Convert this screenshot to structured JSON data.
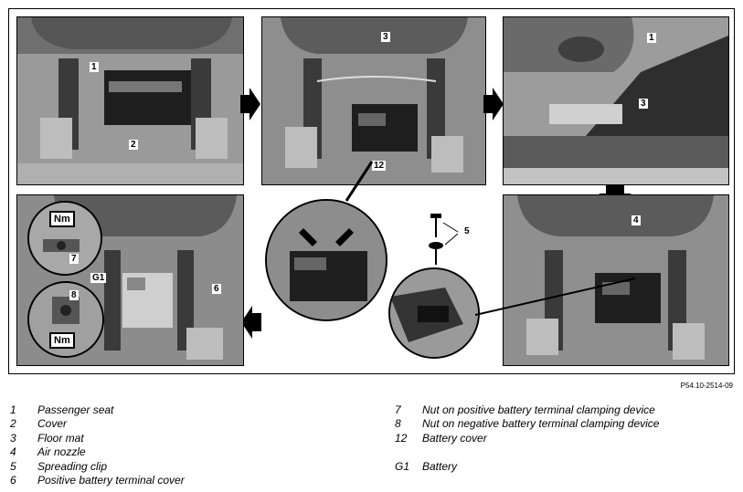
{
  "figure_id": "P54.10-2514-09",
  "callouts": {
    "p1_1": "1",
    "p1_2": "2",
    "p2_3": "3",
    "p2_12": "12",
    "p3_1": "1",
    "p3_3": "3",
    "p4_4": "4",
    "p4_5": "5",
    "p5_7": "7",
    "p5_8": "8",
    "p5_6": "6",
    "p5_g1": "G1"
  },
  "torque_badges": [
    "Nm",
    "Nm"
  ],
  "legend": {
    "left": [
      {
        "num": "1",
        "text": "Passenger seat"
      },
      {
        "num": "2",
        "text": "Cover"
      },
      {
        "num": "3",
        "text": "Floor mat"
      },
      {
        "num": "4",
        "text": "Air nozzle"
      },
      {
        "num": "5",
        "text": "Spreading clip"
      },
      {
        "num": "6",
        "text": "Positive battery terminal cover"
      }
    ],
    "right": [
      {
        "num": "7",
        "text": "Nut on positive battery terminal clamping device"
      },
      {
        "num": "8",
        "text": "Nut on negative battery terminal clamping device"
      },
      {
        "num": "12",
        "text": "Battery cover"
      },
      {
        "num": "",
        "text": ""
      },
      {
        "num": "G1",
        "text": "Battery"
      }
    ]
  },
  "colors": {
    "frame": "#000000",
    "photo": "#8a8a8a",
    "carpet": "#a0a0a0",
    "dark": "#2a2a2a"
  }
}
